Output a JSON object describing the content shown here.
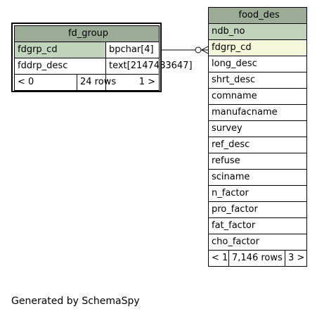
{
  "fd_group": {
    "title": "fd_group",
    "columns": [
      {
        "name": "fdgrp_cd",
        "type": "bpchar[4]"
      },
      {
        "name": "fddrp_desc",
        "type": "text[2147483647]"
      }
    ],
    "footer": {
      "left": "< 0",
      "rows": "24 rows",
      "right": "1 >"
    }
  },
  "food_des": {
    "title": "food_des",
    "columns": [
      "ndb_no",
      "fdgrp_cd",
      "long_desc",
      "shrt_desc",
      "comname",
      "manufacname",
      "survey",
      "ref_desc",
      "refuse",
      "sciname",
      "n_factor",
      "pro_factor",
      "fat_factor",
      "cho_factor"
    ],
    "footer": {
      "left": "< 1",
      "rows": "7,146 rows",
      "right": "3 >"
    }
  },
  "footer_text": "Generated by SchemaSpy",
  "colors": {
    "header": "#9bab96",
    "primary_key": "#bfd4bb",
    "foreign_key": "#f4f7da"
  }
}
